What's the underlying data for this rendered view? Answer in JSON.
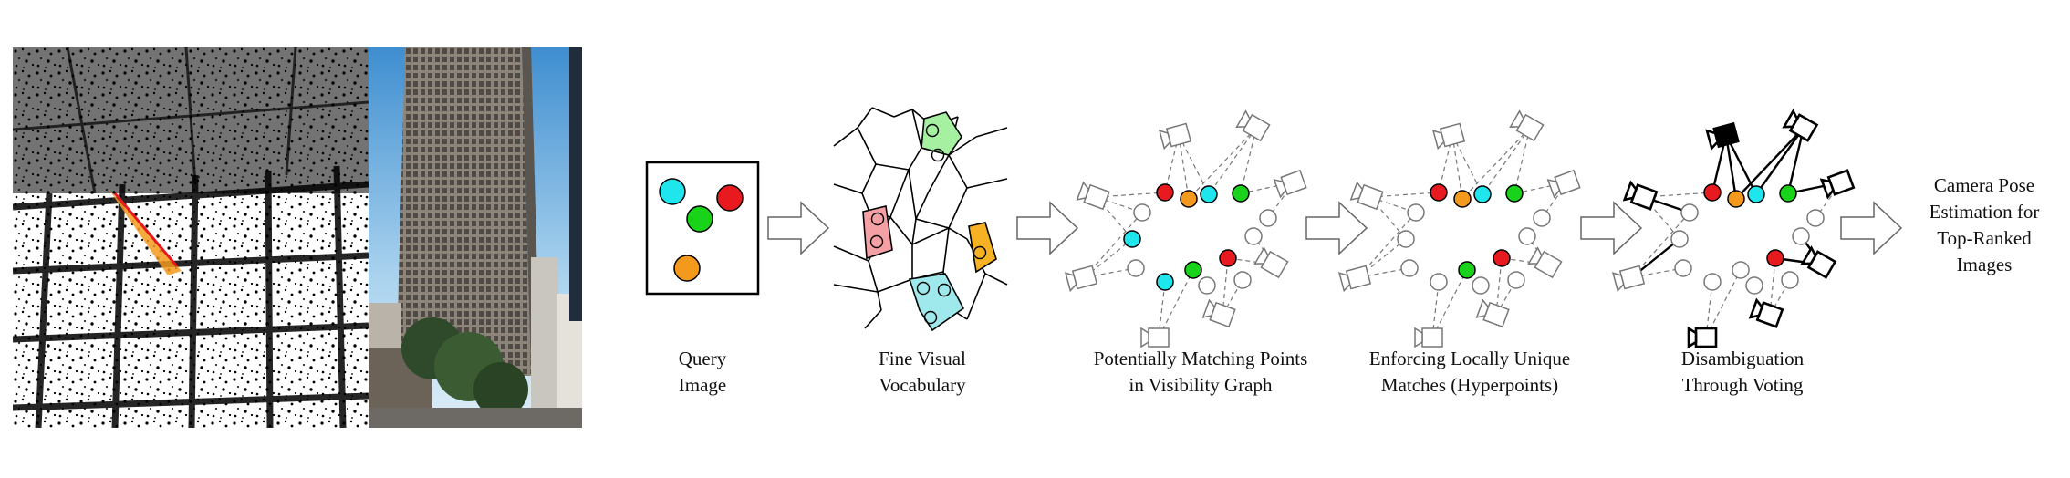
{
  "pipeline": {
    "steps": [
      {
        "id": "query",
        "lines": [
          "Query",
          "Image"
        ]
      },
      {
        "id": "vocab",
        "lines": [
          "Fine Visual",
          "Vocabulary"
        ]
      },
      {
        "id": "matching",
        "lines": [
          "Potentially Matching Points",
          "in Visibility Graph"
        ]
      },
      {
        "id": "unique",
        "lines": [
          "Enforcing Locally Unique",
          "Matches (Hyperpoints)"
        ]
      },
      {
        "id": "disambig",
        "lines": [
          "Disambiguation",
          "Through Voting"
        ]
      }
    ],
    "final": {
      "lines": [
        "Camera Pose",
        "Estimation for",
        "Top-Ranked",
        "Images"
      ]
    }
  },
  "colors": {
    "red": "#e8191f",
    "orange": "#f39a1c",
    "green": "#19d31b",
    "cyan": "#1ee6ec",
    "cell_green": "#a6f0a2",
    "cell_red": "#f4a0a4",
    "cell_orange": "#f7b224",
    "cell_cyan": "#9fe9ec",
    "gray": "#777777",
    "sky": "#5fa3d6"
  },
  "icons": [
    "pointcloud-map-image",
    "skyscraper-photo",
    "arrow-right-icon",
    "camera-icon",
    "feature-point-icon"
  ]
}
